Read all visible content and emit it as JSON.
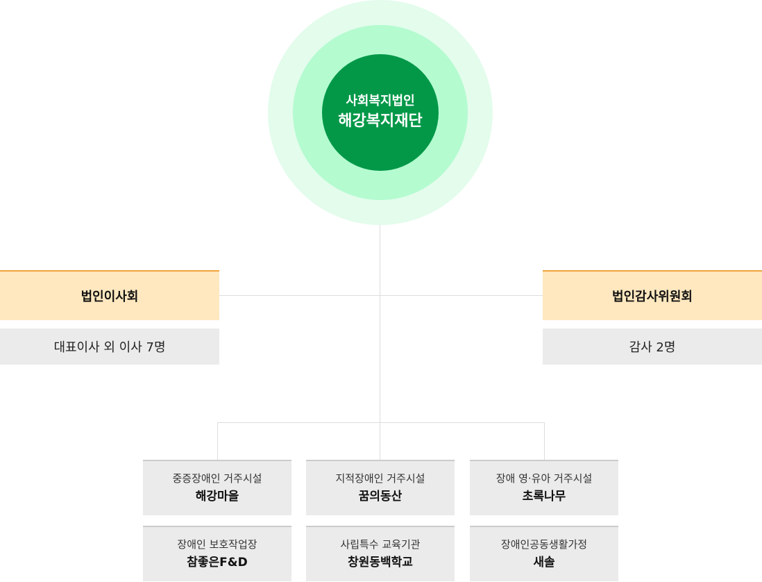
{
  "foundation": {
    "subtitle": "사회복지법인",
    "name": "해강복지재단"
  },
  "board": {
    "title": "법인이사회",
    "detail": "대표이사 외 이사 7명"
  },
  "audit": {
    "title": "법인감사위원회",
    "detail": "감사 2명"
  },
  "facilities": [
    {
      "type": "중증장애인 거주시설",
      "name": "해강마을"
    },
    {
      "type": "지적장애인 거주시설",
      "name": "꿈의동산"
    },
    {
      "type": "장애 영·유아 거주시설",
      "name": "초록나무"
    },
    {
      "type": "장애인 보호작업장",
      "name": "참좋은F&D"
    },
    {
      "type": "사립특수 교육기관",
      "name": "창원동백학교"
    },
    {
      "type": "장애인공동생활가정",
      "name": "새솔"
    }
  ],
  "colors": {
    "core": "#029848",
    "ring_mid": "#b4fbd0",
    "ring_outer": "#e3fcec",
    "header_fill": "#ffe8bf",
    "header_border": "#f0a23a",
    "box_fill": "#ebebeb",
    "connector": "#dddddd"
  }
}
